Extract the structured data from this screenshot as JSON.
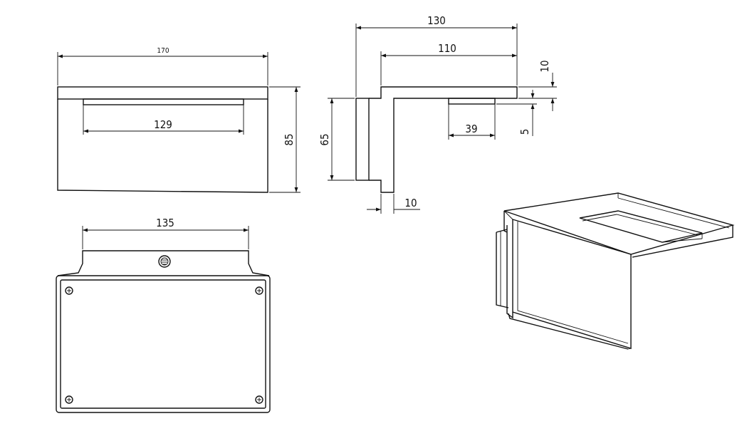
{
  "dimensions": {
    "front_width": "170",
    "front_inner_width": "129",
    "front_height": "85",
    "side_depth_total": "130",
    "side_shelf_depth": "110",
    "side_shelf_thickness": "10",
    "side_lip_height": "5",
    "side_slot_width": "39",
    "side_back_height": "65",
    "side_wall_thickness": "10",
    "bottom_width": "135"
  },
  "colors": {
    "line": "#111111",
    "background": "#ffffff"
  },
  "icons": {
    "top_screw": "earth-ground-screw-icon",
    "corner_screws": "phillips-screw-icon"
  }
}
